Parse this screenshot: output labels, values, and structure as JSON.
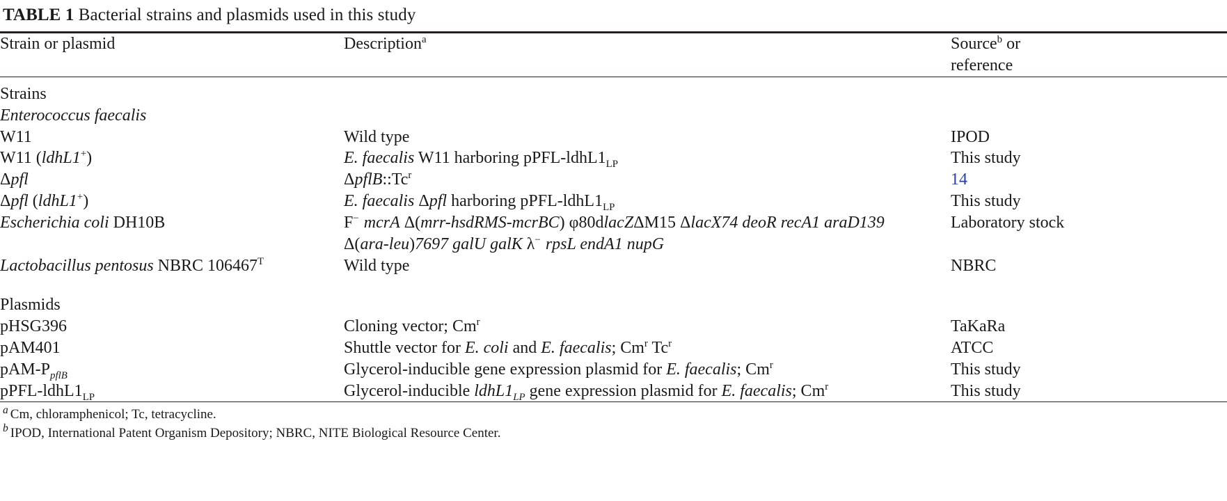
{
  "table": {
    "number": "TABLE 1",
    "title": "Bacterial strains and plasmids used in this study",
    "columns": {
      "strain": "Strain or plasmid",
      "description": "Description",
      "description_marker": "a",
      "source_line1": "Source",
      "source_marker": "b",
      "source_line1_tail": " or",
      "source_line2": "reference"
    },
    "sections": [
      {
        "name": "Strains",
        "label": "Strains",
        "groups": [
          {
            "group_label": "Enterococcus faecalis",
            "rows": [
              {
                "strain": "W11",
                "description": "Wild type",
                "source": "IPOD"
              },
              {
                "strain": "W11 (ldhL1+)",
                "description": "E. faecalis W11 harboring pPFL-ldhL1LP",
                "source": "This study"
              },
              {
                "strain": "Δpfl",
                "description": "ΔpflB::Tcr",
                "source": "14",
                "source_is_link": true
              },
              {
                "strain": "Δpfl (ldhL1+)",
                "description": "E. faecalis Δpfl harboring pPFL-ldhL1LP",
                "source": "This study"
              }
            ]
          }
        ],
        "standalone_rows": [
          {
            "strain": "Escherichia coli DH10B",
            "description": "F− mcrA Δ(mrr-hsdRMS-mcrBC) φ80dlacZΔM15 ΔlacX74 deoR recA1 araD139",
            "description_cont": "Δ(ara-leu)7697 galU galK λ− rpsL endA1 nupG",
            "source": "Laboratory stock"
          },
          {
            "strain": "Lactobacillus pentosus NBRC 106467T",
            "description": "Wild type",
            "source": "NBRC"
          }
        ]
      },
      {
        "name": "Plasmids",
        "label": "Plasmids",
        "rows": [
          {
            "strain": "pHSG396",
            "description": "Cloning vector; Cmr",
            "source": "TaKaRa"
          },
          {
            "strain": "pAM401",
            "description": "Shuttle vector for E. coli and E. faecalis; Cmr Tcr",
            "source": "ATCC"
          },
          {
            "strain": "pAM-PpflB",
            "description": "Glycerol-inducible gene expression plasmid for E. faecalis; Cmr",
            "source": "This study"
          },
          {
            "strain": "pPFL-ldhL1LP",
            "description": "Glycerol-inducible ldhL1LP gene expression plasmid for E. faecalis; Cmr",
            "source": "This study"
          }
        ]
      }
    ],
    "footnotes": [
      {
        "marker": "a",
        "text": "Cm, chloramphenicol; Tc, tetracycline."
      },
      {
        "marker": "b",
        "text": "IPOD, International Patent Organism Depository; NBRC, NITE Biological Resource Center."
      }
    ]
  },
  "colors": {
    "text": "#1a1a1a",
    "rule": "#231f20",
    "link": "#2b3faa"
  }
}
